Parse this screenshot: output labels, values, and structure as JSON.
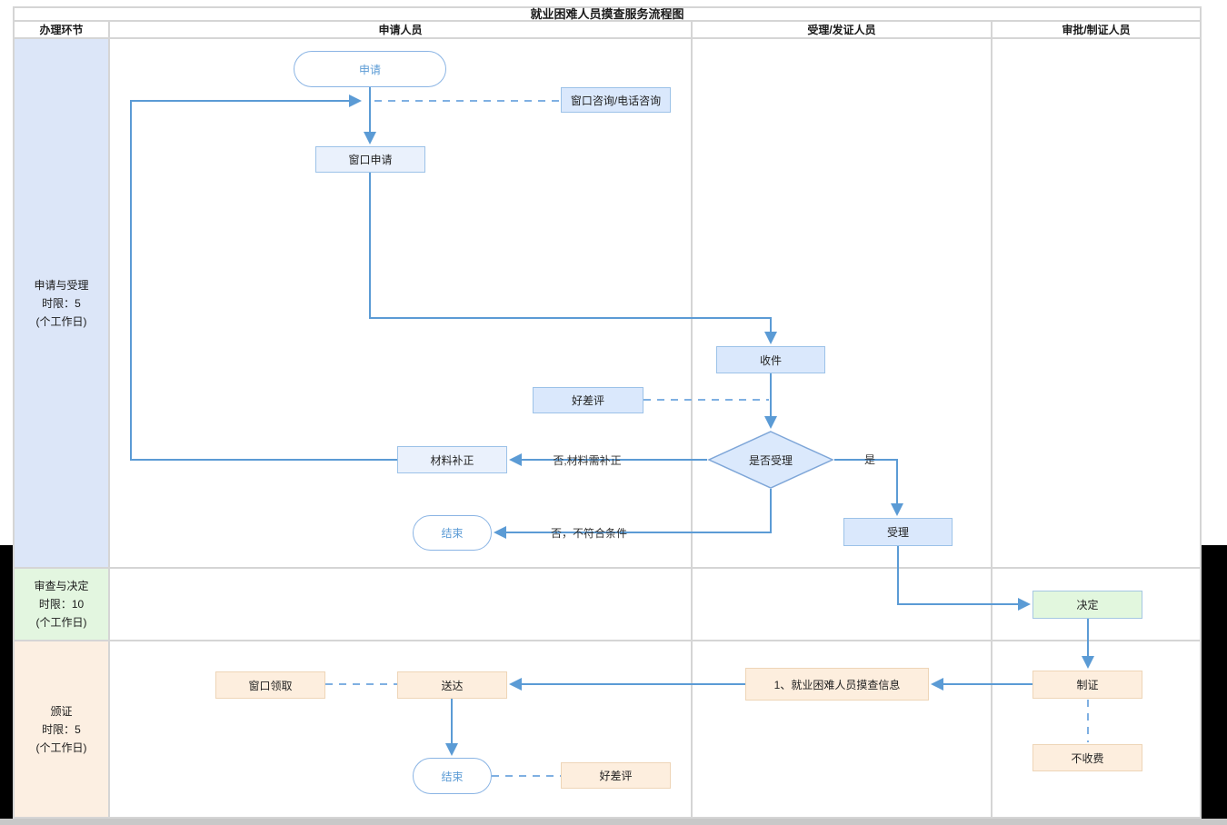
{
  "title": "就业困难人员摸查服务流程图",
  "columns": [
    "办理环节",
    "申请人员",
    "受理/发证人员",
    "审批/制证人员"
  ],
  "lanes": [
    {
      "label": "申请与受理\n时限：5\n(个工作日)"
    },
    {
      "label": "审查与决定\n时限：10\n(个工作日)"
    },
    {
      "label": "颁证\n时限：5\n(个工作日)"
    }
  ],
  "nodes": {
    "start": {
      "label": "申请"
    },
    "consult": {
      "label": "窗口咨询/电话咨询"
    },
    "window_apply": {
      "label": "窗口申请"
    },
    "receive": {
      "label": "收件"
    },
    "review1": {
      "label": "好差评"
    },
    "decision": {
      "label": "是否受理"
    },
    "supplement": {
      "label": "材料补正"
    },
    "end1": {
      "label": "结束"
    },
    "accept": {
      "label": "受理"
    },
    "decide": {
      "label": "决定"
    },
    "make_cert": {
      "label": "制证"
    },
    "info": {
      "label": "1、就业困难人员摸查信息"
    },
    "deliver": {
      "label": "送达"
    },
    "pickup": {
      "label": "窗口领取"
    },
    "end2": {
      "label": "结束"
    },
    "review2": {
      "label": "好差评"
    },
    "no_fee": {
      "label": "不收费"
    }
  },
  "edge_labels": {
    "no_supplement": "否,材料需补正",
    "yes": "是",
    "no_reject": "否，不符合条件"
  },
  "colors": {
    "flow_blue": "#5b9bd5",
    "box_blue": "#dae8fc",
    "box_green": "#e2f7de",
    "box_orange": "#fdeede",
    "lane_blue": "#dce6f8",
    "lane_green": "#e3f6e0",
    "lane_orange": "#fcefe2"
  }
}
